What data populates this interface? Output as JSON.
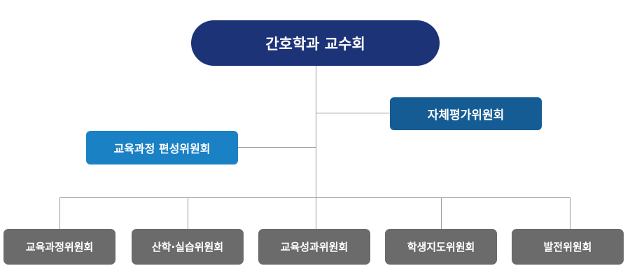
{
  "org_chart": {
    "root": "간호학과 교수회",
    "side_right": "자체평가위원회",
    "side_left": "교육과정 편성위원회",
    "subcommittees": [
      "교육과정위원회",
      "산학·실습위원회",
      "교육성과위원회",
      "학생지도위원회",
      "발전위원회"
    ]
  },
  "colors": {
    "root": "#1d3378",
    "side_right": "#145c93",
    "side_left": "#1b81c5",
    "subcommittee": "#6b6b6b",
    "connector": "#9a9a9a"
  }
}
